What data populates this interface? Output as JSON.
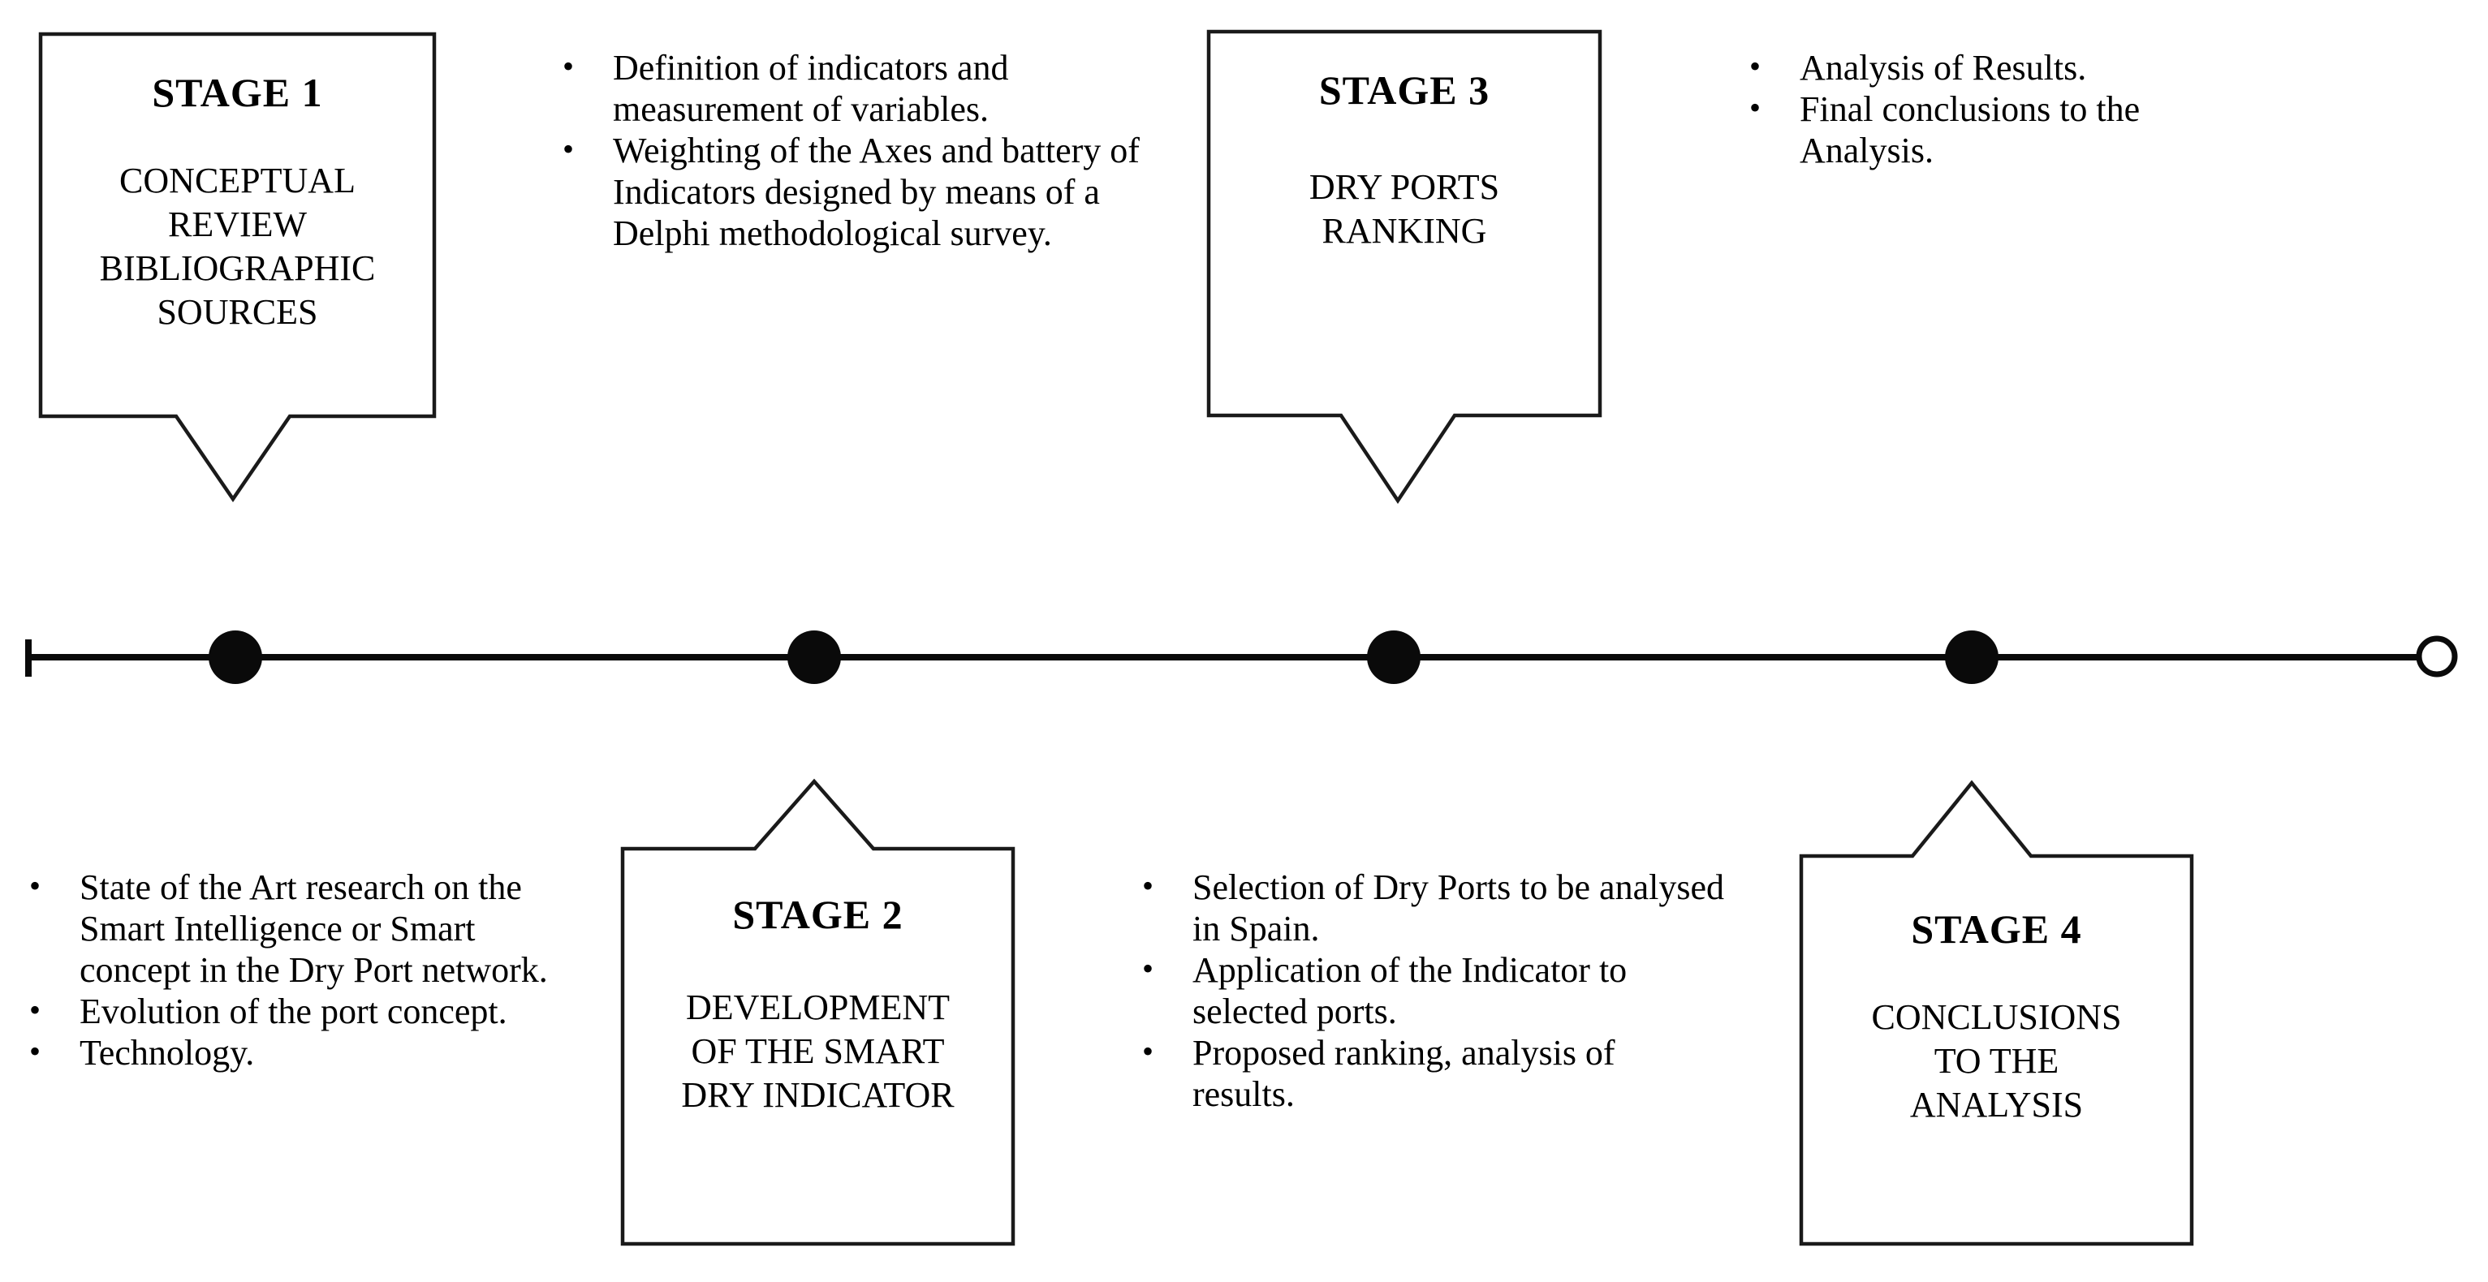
{
  "figure": {
    "kind": "four-stage methodology timeline",
    "colors": {
      "ink": "#000000",
      "background": "#ffffff"
    },
    "bullet_char": "•"
  },
  "stages": [
    {
      "title": "STAGE 1",
      "subtitle_lines": [
        "CONCEPTUAL",
        "REVIEW",
        "BIBLIOGRAPHIC",
        "SOURCES"
      ],
      "callout_direction": "down"
    },
    {
      "title": "STAGE 2",
      "subtitle_lines": [
        "DEVELOPMENT",
        "OF THE SMART",
        "DRY INDICATOR"
      ],
      "callout_direction": "up"
    },
    {
      "title": "STAGE 3",
      "subtitle_lines": [
        "DRY PORTS",
        "RANKING"
      ],
      "callout_direction": "down"
    },
    {
      "title": "STAGE 4",
      "subtitle_lines": [
        "CONCLUSIONS",
        "TO THE",
        "ANALYSIS"
      ],
      "callout_direction": "up"
    }
  ],
  "bullets": {
    "top_center": {
      "items": [
        "Definition of indicators and measurement of variables.",
        "Weighting of the Axes and battery of Indicators designed by means of a Delphi methodological survey."
      ]
    },
    "top_right": {
      "items": [
        "Analysis of Results.",
        "Final conclusions to the Analysis."
      ]
    },
    "bottom_left": {
      "items": [
        "State of the Art research on the Smart Intelligence or Smart concept in the Dry Port network.",
        "Evolution of the port concept.",
        "Technology."
      ]
    },
    "bottom_center": {
      "items": [
        "Selection of Dry Ports to be analysed in Spain.",
        "Application of the Indicator to selected ports.",
        "Proposed ranking, analysis of results."
      ]
    }
  }
}
